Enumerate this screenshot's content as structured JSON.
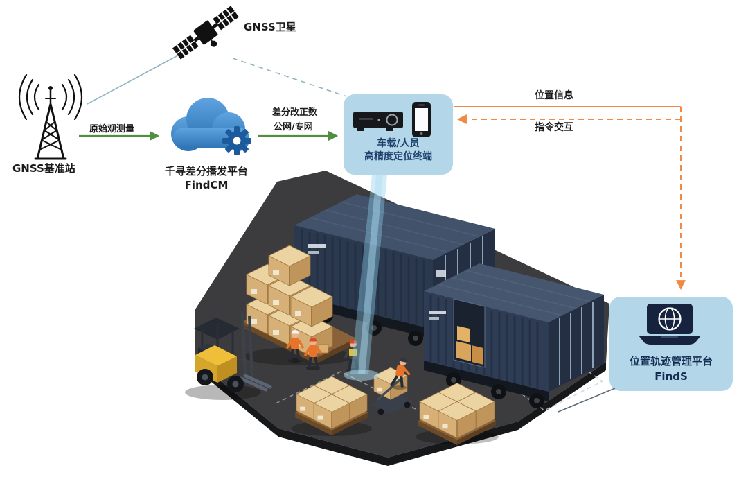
{
  "nodes": {
    "satellite": {
      "label": "GNSS卫星",
      "icon": "satellite-icon"
    },
    "base_station": {
      "label": "GNSS基准站",
      "icon": "radio-tower-icon"
    },
    "cloud_platform": {
      "name": "千寻差分播发平台",
      "product": "FindCM",
      "icon": "cloud-gear-icon"
    },
    "terminal": {
      "line1": "车载/人员",
      "line2": "高精度定位终端",
      "icons": [
        "vehicle-terminal-icon",
        "smartphone-icon"
      ]
    },
    "management_platform": {
      "name": "位置轨迹管理平台",
      "product": "FindS",
      "icon": "laptop-globe-icon"
    }
  },
  "links": {
    "raw_observation": {
      "label": "原始观测量",
      "from": "base_station",
      "to": "cloud_platform",
      "style": "solid-arrow",
      "color": "#4f8f3d"
    },
    "correction": {
      "line1": "差分改正数",
      "line2": "公网/专网",
      "from": "cloud_platform",
      "to": "terminal",
      "style": "solid-arrow",
      "color": "#4f8f3d"
    },
    "position_info": {
      "label": "位置信息",
      "from": "terminal",
      "to": "management_platform",
      "style": "solid-then-dashed-arrow",
      "color": "#ee8a45"
    },
    "command": {
      "label": "指令交互",
      "from": "management_platform",
      "to": "terminal",
      "style": "dashed-arrow",
      "color": "#ee8a45"
    },
    "satellite_to_base": {
      "style": "solid-line",
      "color": "#8fb4c2"
    },
    "satellite_to_terminal": {
      "style": "dashed-line",
      "color": "#8fb4c2"
    }
  },
  "colors": {
    "panel_blue": "#b3d7e9",
    "terminal_text": "#1c3e6b",
    "green_arrow": "#4f8f3d",
    "orange_arrow": "#ee8a45",
    "satellite_link": "#8fb4c2",
    "cloud_blue": "#3a7fc0",
    "floor_gray": "#3c3c3e",
    "container_navy": "#2b394f",
    "crate_tan": "#d7b077",
    "forklift_yellow": "#f0bf3a"
  },
  "scene": {
    "name": "warehouse-yard-illustration",
    "elements": [
      "shipping-container",
      "shipping-container-open-door",
      "forklift",
      "pallet-boxes",
      "workers",
      "pallet-jack",
      "positioning-beam"
    ]
  }
}
